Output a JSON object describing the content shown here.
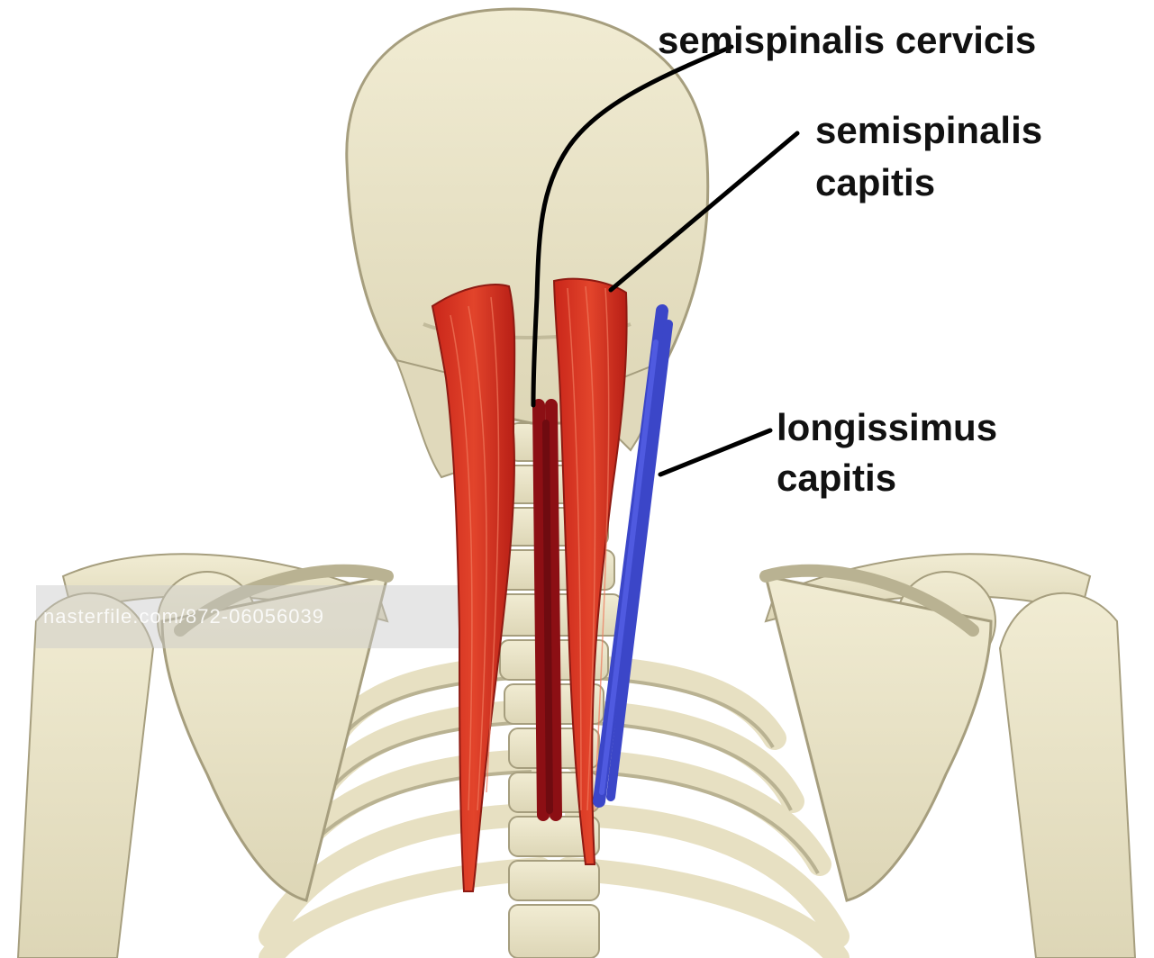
{
  "labels": {
    "semispinalis_cervicis": "semispinalis cervicis",
    "semispinalis_capitis_line1": "semispinalis",
    "semispinalis_capitis_line2": "capitis",
    "longissimus_capitis_line1": "longissimus",
    "longissimus_capitis_line2": "capitis"
  },
  "watermark": "nasterfile.com/872-06056039",
  "colors": {
    "bone": "#ece6c8",
    "bone_shadow": "#b9b292",
    "muscle_red": "#d9331f",
    "muscle_dark_red": "#8c0f14",
    "muscle_blue": "#3b46c8",
    "leader_line": "#000000"
  }
}
